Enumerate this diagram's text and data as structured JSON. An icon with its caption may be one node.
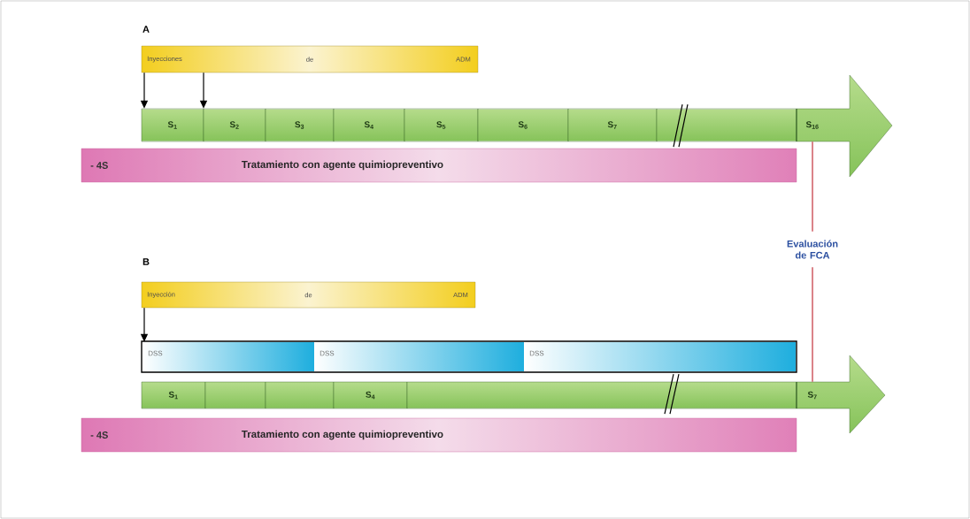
{
  "diagram": {
    "nodes": [
      {
        "text": [
          "Inyecciones",
          "de",
          "ADM"
        ]
      },
      {
        "text": [
          "S$_{1}$"
        ]
      },
      {
        "text": [
          "S$_{2}$"
        ]
      },
      {
        "text": [
          "S$_{3}$"
        ]
      },
      {
        "text": [
          "S$_{4}$"
        ]
      },
      {
        "text": [
          "S$_{5}$"
        ]
      },
      {
        "text": [
          "S$_{6}$"
        ]
      },
      {
        "text": [
          "S$_{7}$"
        ]
      },
      {
        "text": [],
        "shape": "box"
      },
      {
        "text": [
          "S$_{16}$"
        ]
      },
      {
        "text": [
          "- 4S",
          "Tratamiento con agente quimiopreventivo"
        ]
      },
      {
        "text": [
          "Evaluación de FCA"
        ]
      },
      {
        "text": [
          "Inyección",
          "de",
          "ADM"
        ]
      },
      {
        "text": [],
        "shape": "box"
      },
      {
        "text": [
          "DSS"
        ],
        "in": 13
      },
      {
        "text": [
          "DSS"
        ],
        "in": 13
      },
      {
        "text": [
          "DSS"
        ],
        "in": 13
      },
      {
        "text": [
          "S$_{1}$"
        ]
      },
      {
        "text": [],
        "shape": "box"
      },
      {
        "text": [],
        "shape": "box"
      },
      {
        "text": [
          "S$_{4}$"
        ]
      },
      {
        "text": [],
        "shape": "box"
      },
      {
        "text": [
          "S$_{7}$"
        ]
      },
      {
        "text": [
          "- 4S",
          "Tratamiento con agente quimiopreventivo"
        ]
      }
    ],
    "edges": [
      {
        "from": 0,
        "to": 1,
        "arrow": "to"
      },
      {
        "from": 0,
        "to": 2,
        "arrow": "to"
      },
      {
        "from": 9,
        "to": 11,
        "arrow": "none",
        "color": "#c8404a"
      },
      {
        "from": 11,
        "to": 22,
        "arrow": "none",
        "color": "#c8404a"
      },
      {
        "from": 12,
        "to": 14,
        "arrow": "to"
      }
    ],
    "labels": [
      "A",
      "B"
    ]
  }
}
